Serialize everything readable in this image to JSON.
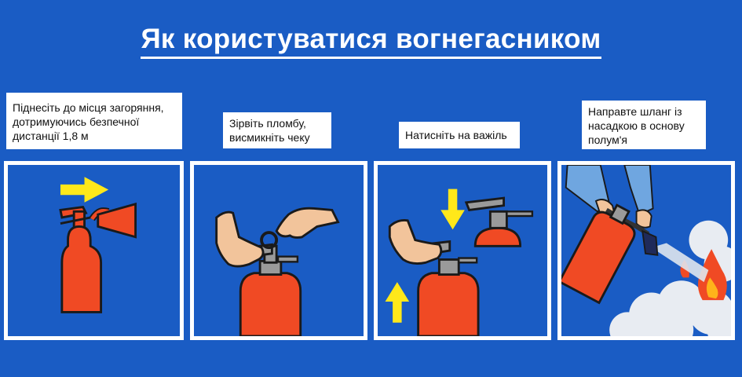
{
  "title": "Як користуватися вогнегасником",
  "steps": [
    {
      "label": "Піднесіть до місця загоряння, дотримуючись безпечної дистанції 1,8 м",
      "icon": "extinguisher-with-arrow-icon"
    },
    {
      "label": "Зірвіть пломбу, висмикніть чеку",
      "icon": "hand-pulling-pin-icon"
    },
    {
      "label": "Натисніть на важіль",
      "icon": "hand-pressing-lever-icon"
    },
    {
      "label": "Направте шланг із насадкою в основу полум'я",
      "icon": "spraying-fire-icon"
    }
  ],
  "colors": {
    "background": "#1a5cc4",
    "extinguisher": "#f04a24",
    "arrow": "#ffe81a",
    "skin": "#f2c49b",
    "outline": "#1a1a1a"
  }
}
